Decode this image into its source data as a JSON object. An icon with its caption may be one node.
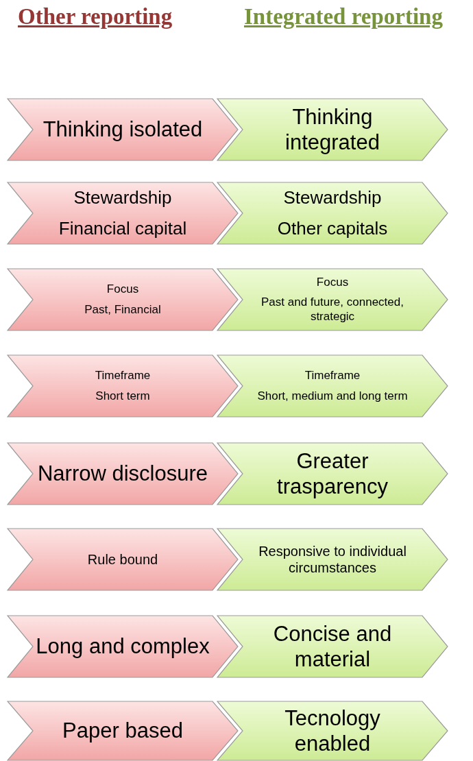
{
  "diagram": {
    "nodes": [
      {
        "text": [
          "Thinking isolated"
        ]
      },
      {
        "text": [
          "Thinking integrated"
        ]
      },
      {
        "text": [
          "Stewardship",
          "Financial capital"
        ]
      },
      {
        "text": [
          "Stewardship",
          "Other capitals"
        ]
      },
      {
        "text": [
          "Focus",
          "Past, Financial"
        ]
      },
      {
        "text": [
          "Focus",
          "Past and future, connected, strategic"
        ]
      },
      {
        "text": [
          "Timeframe",
          "Short term"
        ]
      },
      {
        "text": [
          "Timeframe",
          "Short, medium and long term"
        ]
      },
      {
        "text": [
          "Narrow disclosure"
        ]
      },
      {
        "text": [
          "Greater trasparency"
        ]
      },
      {
        "text": [
          "Rule bound"
        ]
      },
      {
        "text": [
          "Responsive to individual circumstances"
        ]
      },
      {
        "text": [
          "Long and complex"
        ]
      },
      {
        "text": [
          "Concise and material"
        ]
      },
      {
        "text": [
          "Paper based"
        ]
      },
      {
        "text": [
          "Tecnology enabled"
        ]
      }
    ],
    "labels": [
      "Other reporting",
      "Integrated reporting"
    ]
  }
}
